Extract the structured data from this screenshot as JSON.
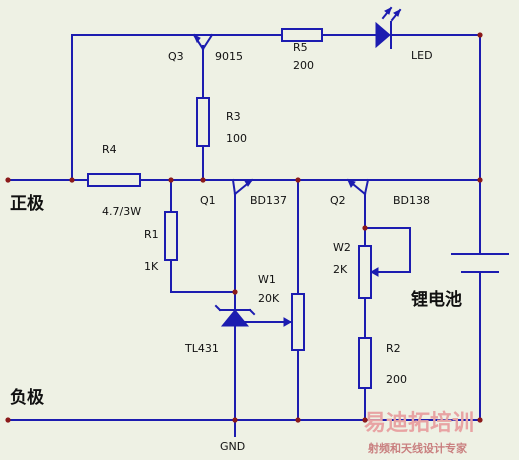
{
  "labels": {
    "pos_terminal": "正极",
    "neg_terminal": "负极",
    "battery": "锂电池",
    "gnd": "GND"
  },
  "components": {
    "q3": {
      "ref": "Q3",
      "part": "9015"
    },
    "r5": {
      "ref": "R5",
      "value": "200"
    },
    "led": {
      "ref": "LED"
    },
    "r3": {
      "ref": "R3",
      "value": "100"
    },
    "r4": {
      "ref": "R4",
      "value": "4.7/3W"
    },
    "q1": {
      "ref": "Q1",
      "part": "BD137"
    },
    "q2": {
      "ref": "Q2",
      "part": "BD138"
    },
    "r1": {
      "ref": "R1",
      "value": "1K"
    },
    "w2": {
      "ref": "W2",
      "value": "2K"
    },
    "w1": {
      "ref": "W1",
      "value": "20K"
    },
    "tl431": {
      "ref": "TL431"
    },
    "r2": {
      "ref": "R2",
      "value": "200"
    }
  },
  "watermark": {
    "main": "易迪拓培训",
    "sub": "射频和天线设计专家"
  },
  "colors": {
    "background": "#eef1e4",
    "wire": "#1c1cb0",
    "junction": "#8b1a1a",
    "watermark": "#e8a3a3"
  }
}
